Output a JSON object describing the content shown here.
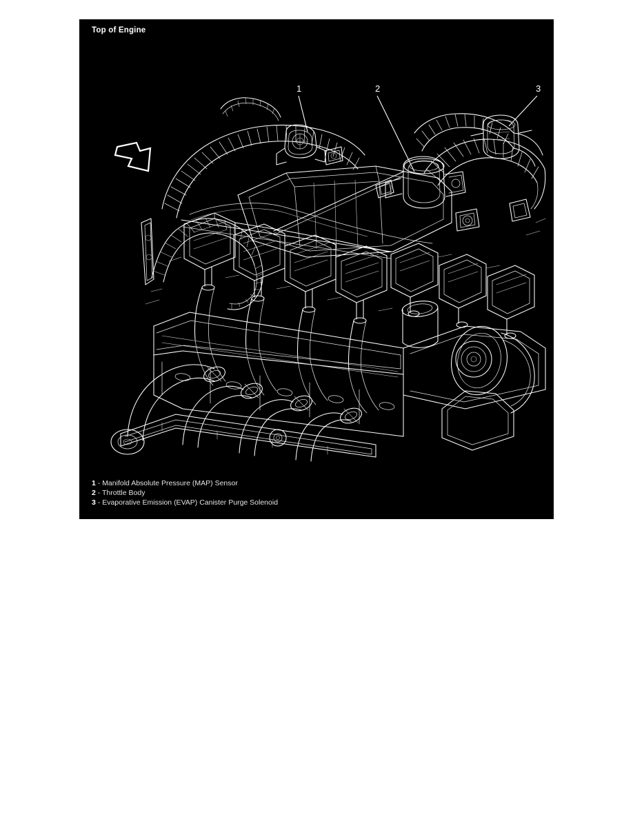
{
  "figure": {
    "title": "Top of Engine",
    "background_color": "#000000",
    "line_color": "#ffffff",
    "page_background": "#ffffff",
    "illustration_type": "engine-line-drawing",
    "view_direction_arrow": "front-of-vehicle-arrow"
  },
  "callouts": [
    {
      "id": "1",
      "label": "1"
    },
    {
      "id": "2",
      "label": "2"
    },
    {
      "id": "3",
      "label": "3"
    }
  ],
  "legend": {
    "items": [
      {
        "num": "1",
        "dash": "-",
        "text": "Manifold Absolute Pressure (MAP) Sensor"
      },
      {
        "num": "2",
        "dash": "-",
        "text": "Throttle Body"
      },
      {
        "num": "3",
        "dash": "-",
        "text": "Evaporative Emission (EVAP) Canister Purge Solenoid"
      }
    ]
  }
}
